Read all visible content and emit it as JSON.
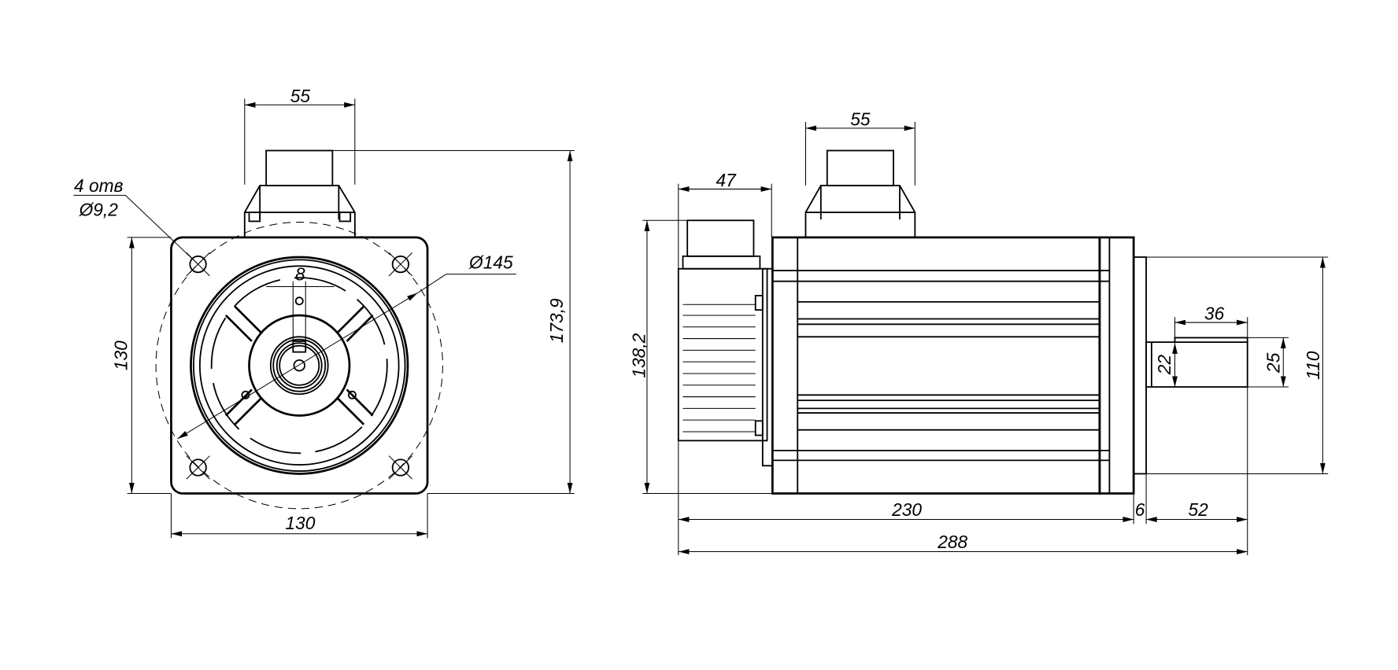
{
  "front_view": {
    "connector_width": "55",
    "overall_height": "173,9",
    "flange_height": "130",
    "flange_width": "130",
    "bolt_circle": "Ø145",
    "key_width": "8",
    "holes_count": "4 отв",
    "holes_diameter": "Ø9,2"
  },
  "side_view": {
    "connector_width": "55",
    "encoder_length": "47",
    "encoder_height": "138,2",
    "body_length": "230",
    "flange_thickness": "6",
    "shaft_length": "52",
    "overall_length": "288",
    "key_length": "36",
    "key_depth": "22",
    "shaft_diameter": "25",
    "pilot_diameter": "110"
  },
  "colors": {
    "line": "#000000",
    "background": "#ffffff"
  }
}
